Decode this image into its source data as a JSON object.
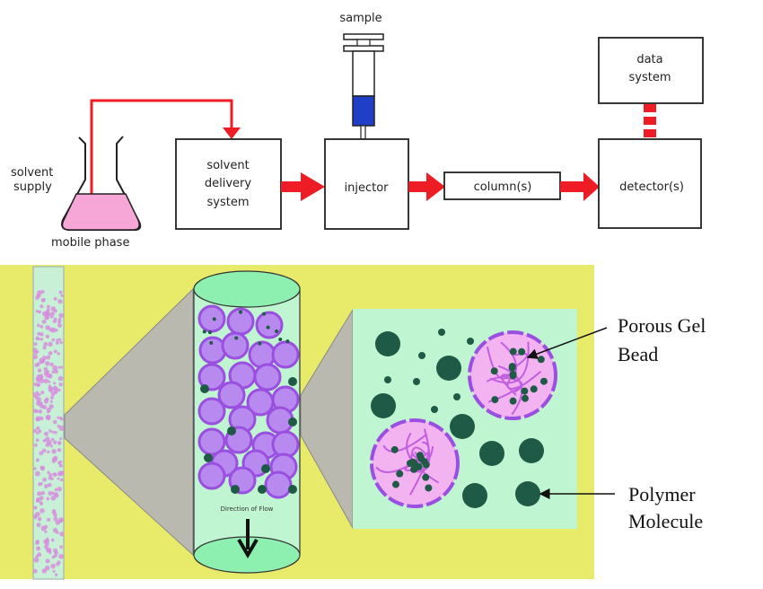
{
  "top_diagram": {
    "labels": {
      "sample": "sample",
      "data_system_1": "data",
      "data_system_2": "system",
      "solvent_supply_1": "solvent",
      "solvent_supply_2": "supply",
      "mobile_phase": "mobile phase",
      "solvent_delivery_1": "solvent",
      "solvent_delivery_2": "delivery",
      "solvent_delivery_3": "system",
      "injector": "injector",
      "columns": "column(s)",
      "detectors": "detector(s)"
    },
    "colors": {
      "flow_arrow": "#ee1c24",
      "mobile_phase_fill": "#f7a6d8",
      "sample_fill": "#1f3fc8"
    }
  },
  "bottom_diagram": {
    "flow_label": "Direction of Flow",
    "callouts": {
      "gel_bead_1": "Porous Gel",
      "gel_bead_2": "Bead",
      "polymer_1": "Polymer",
      "polymer_2": "Molecule"
    },
    "colors": {
      "background": "#e8ea6a",
      "column_fill": "#bff5d0",
      "cap_fill": "#8ef0b0",
      "bead": "#9a4fe0",
      "bead_inner": "#f2b3f0",
      "polymer": "#1f5a46",
      "zoom_cone": "#b9b9b0"
    }
  }
}
